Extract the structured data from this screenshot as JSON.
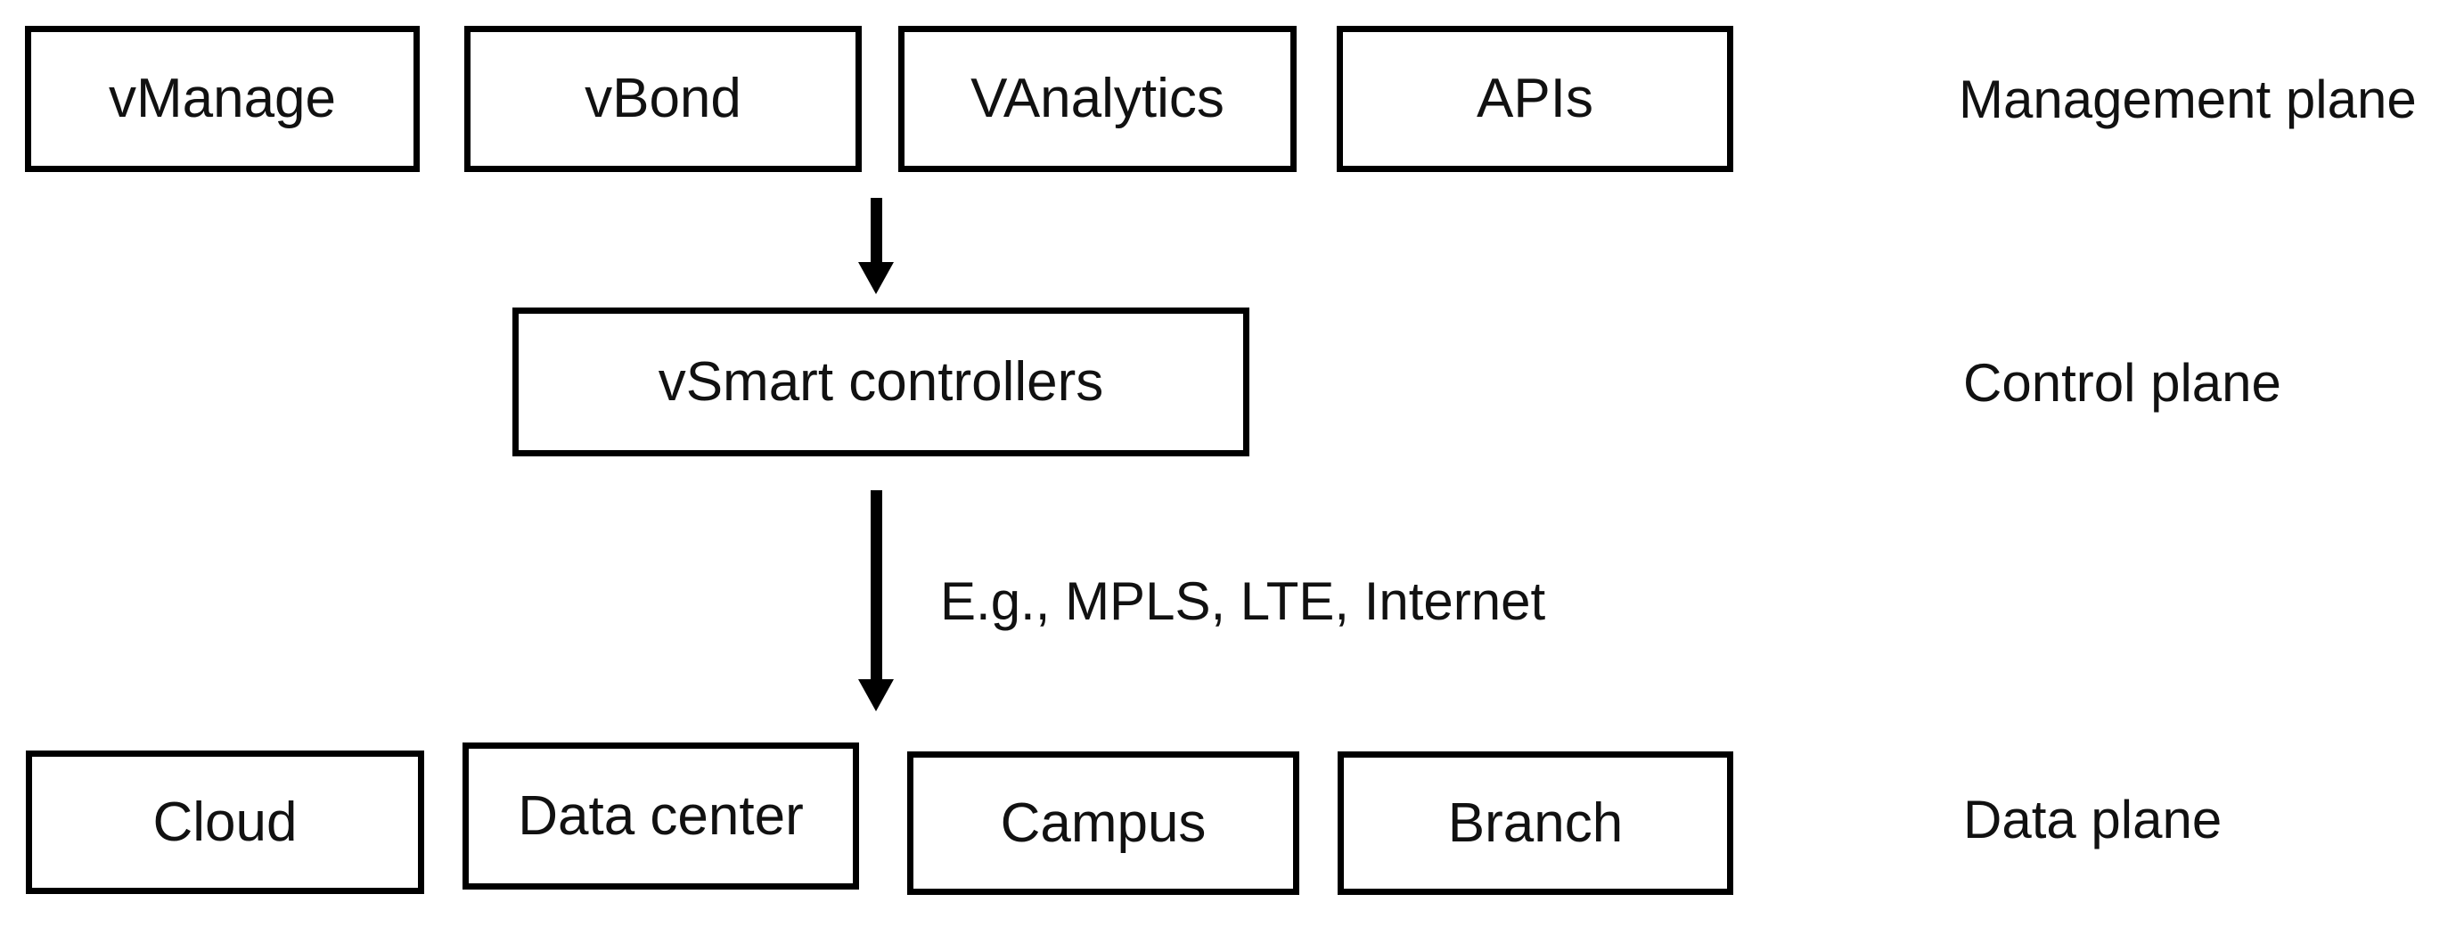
{
  "diagram": {
    "title_semantic": "SD-WAN architecture planes diagram",
    "management_row": {
      "boxes": [
        {
          "label": "vManage"
        },
        {
          "label": "vBond"
        },
        {
          "label": "VAnalytics"
        },
        {
          "label": "APIs"
        }
      ],
      "plane_label": "Management plane"
    },
    "control_row": {
      "box_label": "vSmart controllers",
      "plane_label": "Control plane"
    },
    "transport_label": "E.g., MPLS, LTE, Internet",
    "data_row": {
      "boxes": [
        {
          "label": "Cloud"
        },
        {
          "label": "Data center"
        },
        {
          "label": "Campus"
        },
        {
          "label": "Branch"
        }
      ],
      "plane_label": "Data plane"
    },
    "colors": {
      "background": "#ffffff",
      "border": "#000000",
      "text": "#111111",
      "arrow": "#000000"
    }
  }
}
